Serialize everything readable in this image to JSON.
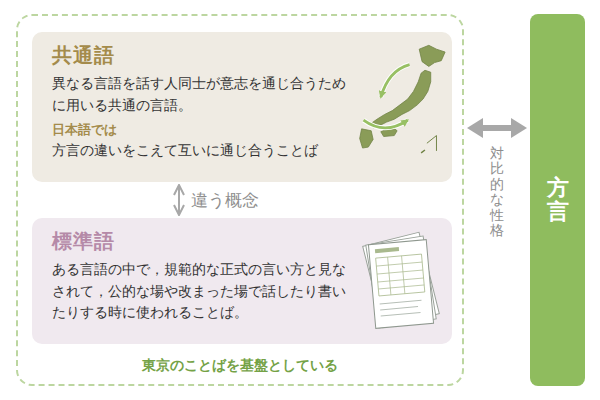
{
  "diagram": {
    "nodes": [
      {
        "text": [
          "東京のことばを基盤としている"
        ]
      },
      {
        "text": [
          "共通語",
          "異なる言語を話す人同士が意志を通じ合うために用いる共通の言語。",
          "日本語では",
          "方言の違いをこえて互いに通じ合うことば"
        ],
        "in": 0
      },
      {
        "text": [
          "標準語",
          "ある言語の中で，規範的な正式の言い方と見なされて，公的な場や改まった場で話したり書いたりする時に使われることば。"
        ],
        "in": 0
      },
      {
        "text": [
          "方言"
        ]
      }
    ],
    "edges": [
      {
        "from": 1,
        "to": 2,
        "arrow": "both",
        "label": "違う概念"
      },
      {
        "from": 0,
        "to": 3,
        "arrow": "both",
        "label": "対比的な性格"
      }
    ]
  }
}
